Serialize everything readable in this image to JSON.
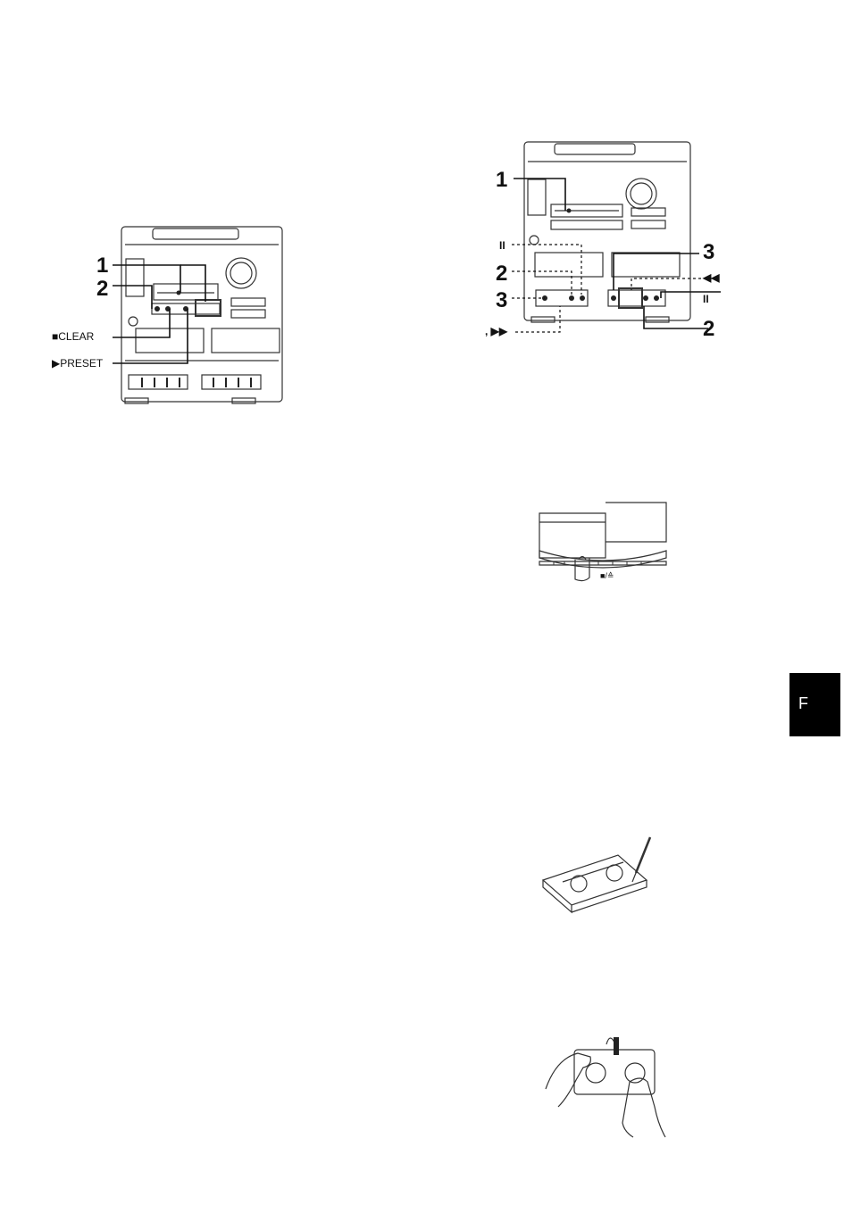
{
  "figure1": {
    "callouts": [
      "1",
      "2"
    ],
    "labels": [
      "■CLEAR",
      "▶PRESET"
    ]
  },
  "figure2": {
    "left_callouts": [
      "1",
      "2",
      "3"
    ],
    "left_symbols": [
      "II",
      ", ▶▶"
    ],
    "right_callouts": [
      "3",
      "2"
    ],
    "right_symbols": [
      "◀◀",
      "II"
    ]
  },
  "figure3": {
    "label": "■/≙"
  },
  "section_tab": {
    "label": "F"
  }
}
